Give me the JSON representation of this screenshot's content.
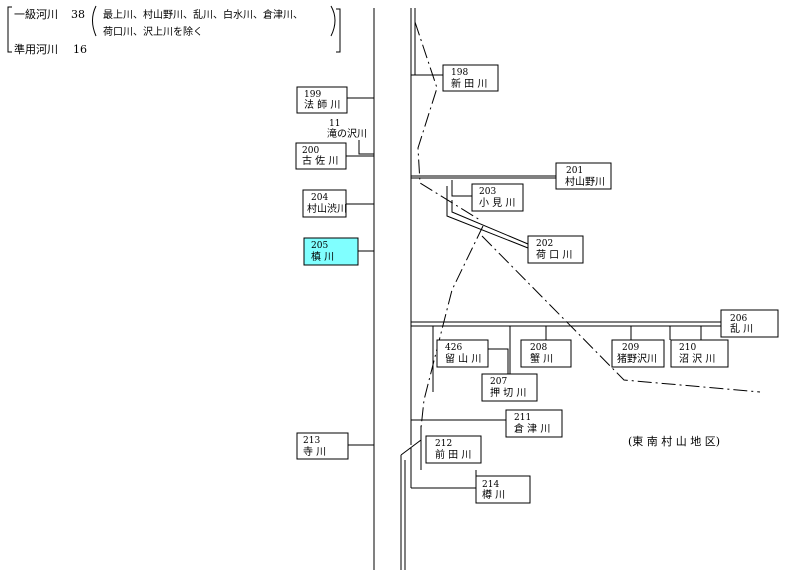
{
  "colors": {
    "highlight": "#80ffff"
  },
  "legend": {
    "class1_label": "一級河川",
    "class1_count": "38",
    "class1_note_line1": "最上川、村山野川、乱川、白水川、倉津川、",
    "class1_note_line2": "荷口川、沢上川を除く",
    "quasi_label": "準用河川",
    "quasi_count": "16"
  },
  "region_label": "(東 南 村 山 地 区)",
  "rivers": [
    {
      "id": "r199",
      "num": "199",
      "name": "法 師 川"
    },
    {
      "id": "r11",
      "num": "11",
      "name": "滝の沢川"
    },
    {
      "id": "r200",
      "num": "200",
      "name": "古 佐 川"
    },
    {
      "id": "r204",
      "num": "204",
      "name": "村山渋川"
    },
    {
      "id": "r205",
      "num": "205",
      "name": "槙    川",
      "highlight": true
    },
    {
      "id": "r213",
      "num": "213",
      "name": "寺    川"
    },
    {
      "id": "r198",
      "num": "198",
      "name": "新 田 川"
    },
    {
      "id": "r201",
      "num": "201",
      "name": "村山野川"
    },
    {
      "id": "r203",
      "num": "203",
      "name": "小 見 川"
    },
    {
      "id": "r202",
      "num": "202",
      "name": "荷 口 川"
    },
    {
      "id": "r206",
      "num": "206",
      "name": "乱    川"
    },
    {
      "id": "r426",
      "num": "426",
      "name": "留 山 川"
    },
    {
      "id": "r208",
      "num": "208",
      "name": "蟹    川"
    },
    {
      "id": "r209",
      "num": "209",
      "name": "猪野沢川"
    },
    {
      "id": "r210",
      "num": "210",
      "name": "沼 沢 川"
    },
    {
      "id": "r207",
      "num": "207",
      "name": "押 切 川"
    },
    {
      "id": "r211",
      "num": "211",
      "name": "倉 津 川"
    },
    {
      "id": "r212",
      "num": "212",
      "name": "前 田 川"
    },
    {
      "id": "r214",
      "num": "214",
      "name": "樽    川"
    }
  ]
}
